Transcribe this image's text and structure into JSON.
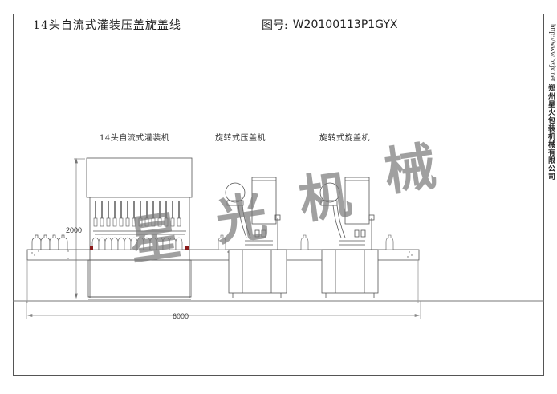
{
  "title_block": {
    "drawing_title": "14头自流式灌装压盖旋盖线",
    "drawing_no_label": "图号:",
    "drawing_no": "W20100113P1GYX"
  },
  "side_margin": {
    "company": "郑州星火包装机械有限公司",
    "url": "http://www.bzjx.net"
  },
  "machines": [
    {
      "label": "14头自流式灌装机",
      "type": "filling-machine",
      "heads": 14
    },
    {
      "label": "旋转式压盖机",
      "type": "press-capping-machine"
    },
    {
      "label": "旋转式旋盖机",
      "type": "screw-capping-machine"
    }
  ],
  "dimensions": {
    "height": "2000",
    "length": "6000"
  },
  "watermark": {
    "chars": [
      "星",
      "光",
      "机",
      "械"
    ]
  },
  "colors": {
    "line": "#555555",
    "light_line": "#999999",
    "marker": "#8b1a1a",
    "watermark": "#8a8a8a"
  }
}
